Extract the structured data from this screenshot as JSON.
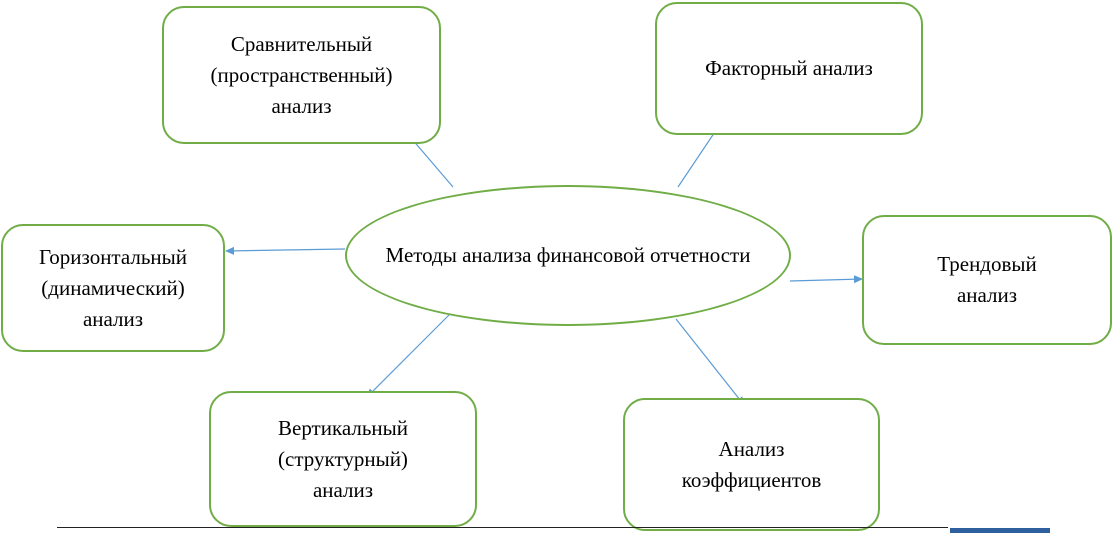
{
  "diagram": {
    "center": {
      "line1": "Методы анализа",
      "line2": "финансовой отчетности"
    },
    "methods": {
      "comparative": [
        "Сравнительный",
        "(пространственный)",
        "анализ"
      ],
      "factor": [
        "Факторный анализ"
      ],
      "horizontal": [
        "Горизонтальный",
        "(динамический)",
        "анализ"
      ],
      "trend": [
        "Трендовый",
        "анализ"
      ],
      "vertical": [
        "Вертикальный",
        "(структурный)",
        "анализ"
      ],
      "ratio": [
        "Анализ",
        "коэффициентов"
      ]
    },
    "colors": {
      "border": "#70ad47",
      "arrow": "#5b9bd5",
      "text": "#000000"
    }
  }
}
